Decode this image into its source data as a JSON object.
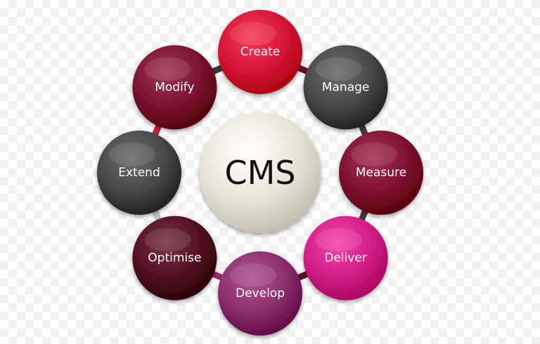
{
  "hub": {
    "label": "CMS",
    "color": "#e8e4d6"
  },
  "nodes": [
    {
      "id": "create",
      "label": "Create",
      "color": "#d31436"
    },
    {
      "id": "manage",
      "label": "Manage",
      "color": "#474747"
    },
    {
      "id": "measure",
      "label": "Measure",
      "color": "#7e1030"
    },
    {
      "id": "deliver",
      "label": "Deliver",
      "color": "#d11e86"
    },
    {
      "id": "develop",
      "label": "Develop",
      "color": "#8a2e6c"
    },
    {
      "id": "optimise",
      "label": "Optimise",
      "color": "#520f22"
    },
    {
      "id": "extend",
      "label": "Extend",
      "color": "#474747"
    },
    {
      "id": "modify",
      "label": "Modify",
      "color": "#7a1230"
    }
  ],
  "connector_colors": [
    "#6a0f28",
    "#3a3a3a",
    "#3a3a3a",
    "#5a0f28",
    "#9a2a6c",
    "#c8c4b6",
    "#cc1a3a",
    "#3a3a3a"
  ]
}
